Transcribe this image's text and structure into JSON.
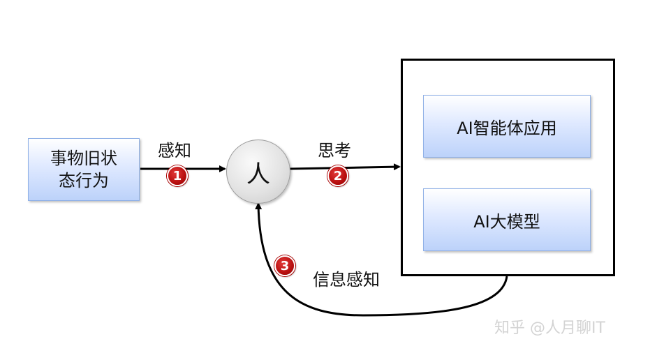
{
  "nodes": {
    "source": "事物旧状态行为",
    "person": "人",
    "app": "AI智能体应用",
    "model": "AI大模型"
  },
  "edges": {
    "sense": {
      "label": "感知",
      "step": "1"
    },
    "think": {
      "label": "思考",
      "step": "2"
    },
    "feedback": {
      "label": "信息感知",
      "step": "3"
    }
  },
  "watermark": "知乎 @人月聊IT",
  "colors": {
    "box_fill": "#dfe9ff",
    "box_border": "#8fb0e6",
    "badge": "#c01515",
    "arrow": "#000000"
  }
}
